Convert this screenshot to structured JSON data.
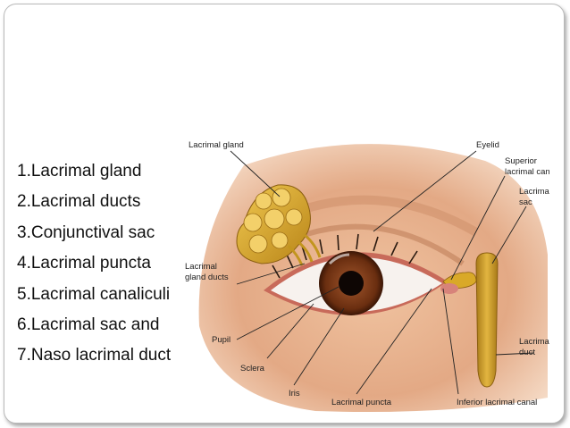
{
  "list_items": [
    "1.Lacrimal gland",
    "2.Lacrimal ducts",
    "3.Conjunctival sac",
    "4.Lacrimal puncta",
    "5.Lacrimal canaliculi",
    "6.Lacrimal sac and",
    "7.Naso lacrimal duct"
  ],
  "diagram_labels": {
    "lacrimal_gland": "Lacrimal gland",
    "eyelid": "Eyelid",
    "superior_canal_1": "Superior",
    "superior_canal_2": "lacrimal canal",
    "lacrimal_sac_1": "Lacrimal",
    "lacrimal_sac_2": "sac",
    "gland_ducts_1": "Lacrimal",
    "gland_ducts_2": "gland ducts",
    "pupil": "Pupil",
    "sclera": "Sclera",
    "iris": "Iris",
    "lacrimal_puncta": "Lacrimal puncta",
    "inferior_canal": "Inferior lacrimal canal",
    "lacrimal_duct_1": "Lacrimal",
    "lacrimal_duct_2": "duct"
  },
  "colors": {
    "skin": "#e8b48f",
    "skin_dark": "#c98a64",
    "gland": "#d9a928",
    "iris": "#7a3a14",
    "sclera": "#f7f2ee",
    "lid_rim": "#c86a5a"
  }
}
